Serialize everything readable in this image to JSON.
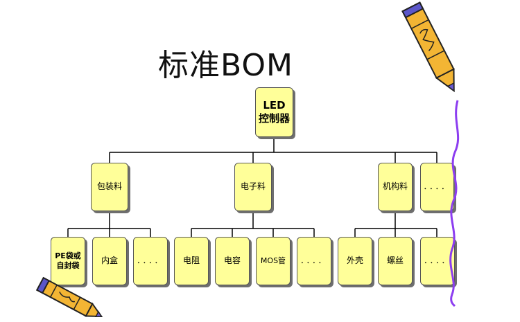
{
  "title": "标准BOM",
  "root": "LED\n控制器",
  "level1": [
    "包装料",
    "电子料",
    "机构料",
    "．．．．"
  ],
  "level2": [
    "PE袋或\n自封袋",
    "内盒",
    "．．．．",
    "电阻",
    "电容",
    "MOS管",
    "．．．．",
    "外壳",
    "螺丝",
    "．．．．"
  ],
  "colors": {
    "box_fill": "#ffff99",
    "crayon_body": "#f3b534",
    "crayon_tip": "#6a5ad0",
    "wave": "#8c3df0"
  }
}
